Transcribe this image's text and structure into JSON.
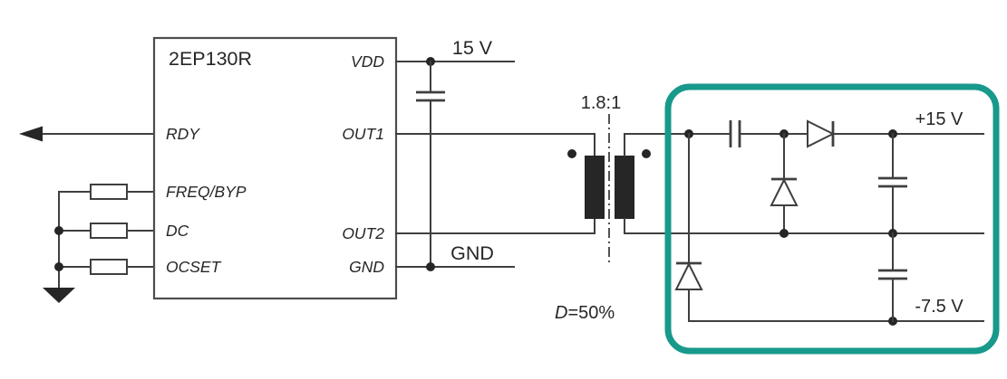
{
  "colors": {
    "wire": "#3f3f3f",
    "highlight_box": "#17998b",
    "background": "#ffffff"
  },
  "ic": {
    "part_number": "2EP130R",
    "pins_left": [
      {
        "name": "RDY"
      },
      {
        "name": "FREQ/BYP"
      },
      {
        "name": "DC"
      },
      {
        "name": "OCSET"
      }
    ],
    "pins_right": [
      {
        "name": "VDD"
      },
      {
        "name": "OUT1"
      },
      {
        "name": "OUT2"
      },
      {
        "name": "GND"
      }
    ]
  },
  "transformer": {
    "turns_ratio": "1.8:1"
  },
  "labels": {
    "supply_rail": "15 V",
    "ground_rail": "GND",
    "duty_symbol": "D",
    "duty_value": "=50%",
    "positive_output": "+15 V",
    "negative_output": "-7.5 V"
  }
}
